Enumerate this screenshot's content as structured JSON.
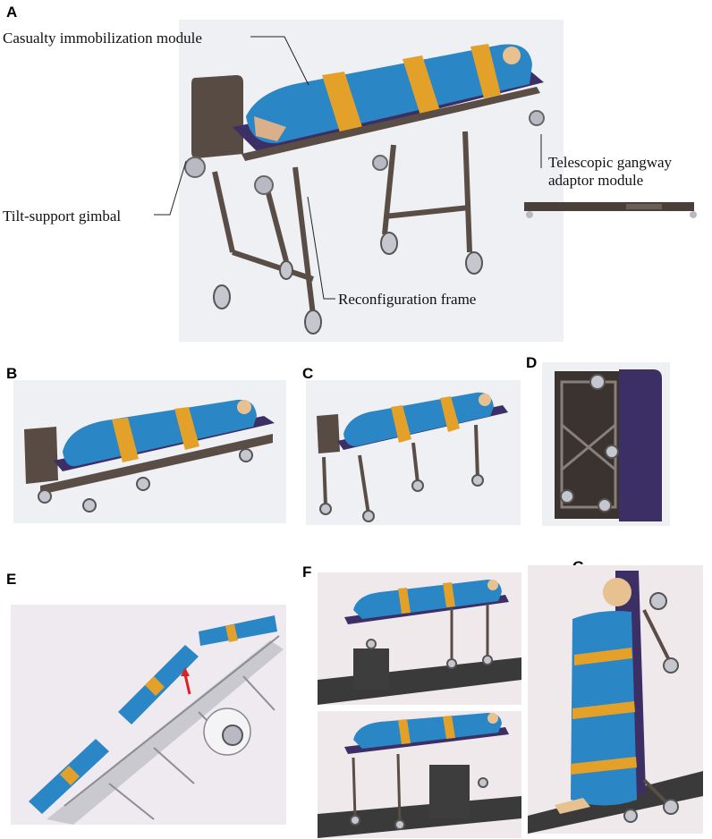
{
  "panels": {
    "a": "A",
    "b": "B",
    "c": "C",
    "d": "D",
    "e": "E",
    "f": "F",
    "g": "G"
  },
  "labels": {
    "immobilization": "Casualty immobilization module",
    "gangway_line1": "Telescopic gangway",
    "gangway_line2": "adaptor module",
    "gimbal": "Tilt-support gimbal",
    "frame": "Reconfiguration frame"
  },
  "colors": {
    "blanket": "#2a86c4",
    "strap": "#e3a12a",
    "frame": "#5a4d45",
    "mattress": "#3b2f66",
    "wheel": "#b9b9c4",
    "floor": "#3a3a3a",
    "background": "#eeeef2"
  }
}
